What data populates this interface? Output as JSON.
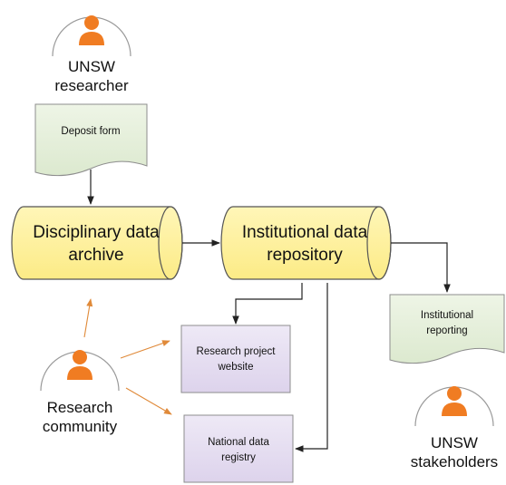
{
  "actors": {
    "researcher": {
      "line1": "UNSW",
      "line2": "researcher"
    },
    "community": {
      "line1": "Research",
      "line2": "community"
    },
    "stakeholders": {
      "line1": "UNSW",
      "line2": "stakeholders"
    }
  },
  "documents": {
    "deposit_form": {
      "line1": "Deposit form"
    },
    "institutional_reporting": {
      "line1": "Institutional",
      "line2": "reporting"
    }
  },
  "storage": {
    "disciplinary": {
      "line1": "Disciplinary data",
      "line2": "archive"
    },
    "institutional": {
      "line1": "Institutional data",
      "line2": "repository"
    }
  },
  "boxes": {
    "research_project_website": {
      "line1": "Research project",
      "line2": "website"
    },
    "national_data_registry": {
      "line1": "National data",
      "line2": "registry"
    }
  },
  "colors": {
    "person": "#F07C22",
    "cylinder_fill": "#FFF3A8",
    "document_fill": "#E6F0DC",
    "box_fill": "#E4DDF0",
    "orange_arrow": "#E08A3A"
  }
}
